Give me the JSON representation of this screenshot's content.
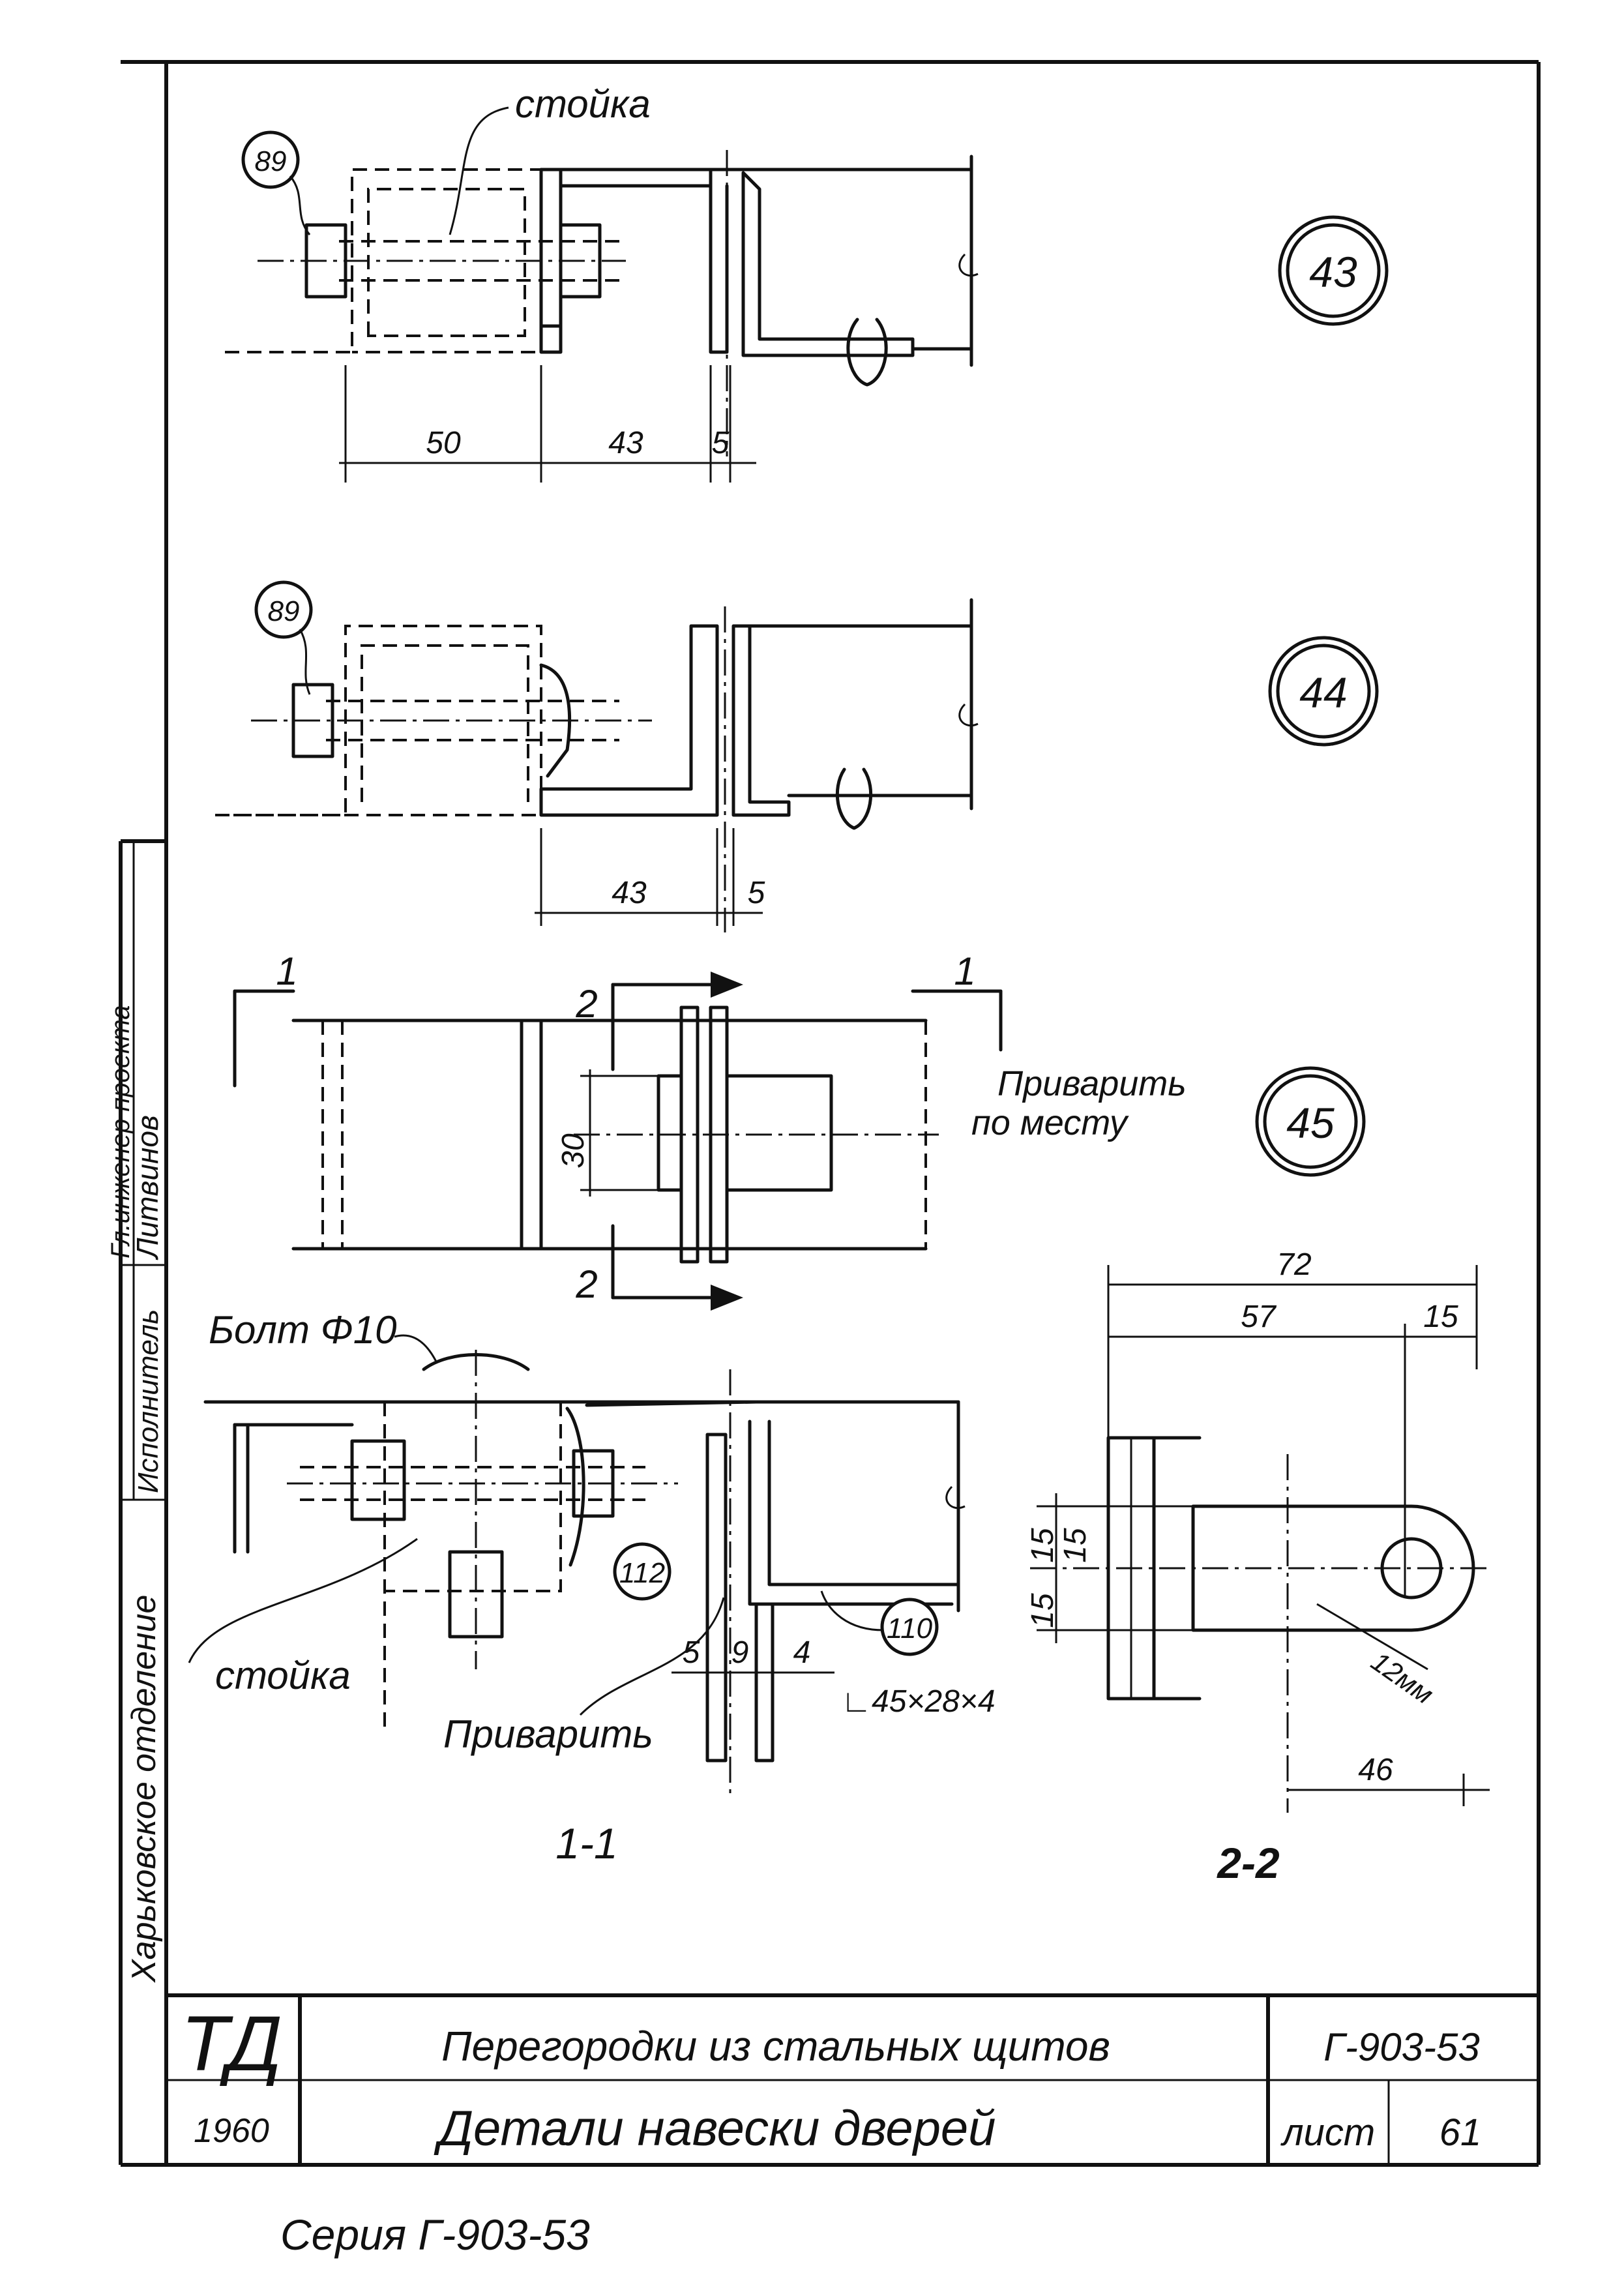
{
  "details": [
    {
      "mark": "43",
      "callout": "89",
      "label": "стойка",
      "dims": [
        "50",
        "43",
        "5"
      ]
    },
    {
      "mark": "44",
      "callout": "89",
      "dims": [
        "43",
        "5"
      ]
    },
    {
      "mark": "45",
      "dim": "30",
      "note_line1": "Приварить",
      "note_line2": "по месту",
      "section_1": "1",
      "section_2": "2"
    }
  ],
  "section_1_1": {
    "title": "1-1",
    "bolt": "Болт Φ10",
    "post": "стойка",
    "callout_112": "112",
    "callout_110": "110",
    "weld": "Приварить",
    "dims": [
      "5",
      "9",
      "4"
    ],
    "angle": "∟45×28×4"
  },
  "section_2_2": {
    "title": "2-2",
    "dims": {
      "total": "72",
      "a": "57",
      "b": "15",
      "v1": "15",
      "v2": "15",
      "v3": "15",
      "bottom": "46",
      "hole": "12мм"
    }
  },
  "side_strip": {
    "org": "Харьковское отделение",
    "role": "Исполнитель",
    "name": "Литвинов",
    "top_role": "Гл.инженер проекта"
  },
  "title_block": {
    "logo": "ТД",
    "year": "1960",
    "line1": "Перегородки из стальных щитов",
    "line2": "Детали навески дверей",
    "code": "Г-903-53",
    "sheet_label": "лист",
    "sheet_no": "61"
  },
  "footer": "Серия Г-903-53"
}
